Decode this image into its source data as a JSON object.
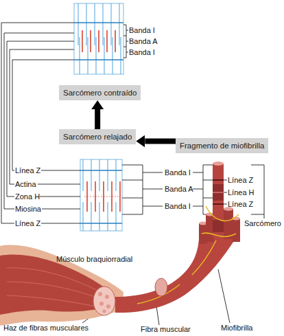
{
  "diagram": {
    "nodes": [
      {
        "text": [
          "Sarcómero contraído"
        ]
      },
      {
        "text": [
          "Sarcómero relajado"
        ]
      },
      {
        "text": [
          "Fragmento de miofibrilla"
        ]
      }
    ],
    "edges": [
      {
        "from": 1,
        "to": 0,
        "arrow": "to"
      },
      {
        "from": 2,
        "to": 1,
        "arrow": "to"
      }
    ],
    "labels": [
      "Banda I",
      "Banda A",
      "Banda I",
      "Línea Z",
      "Actina",
      "Zona H",
      "Miosina",
      "Línea Z",
      "Banda I",
      "Banda A",
      "Banda I",
      "Línea Z",
      "Línea H",
      "Línea Z",
      "Sarcómero",
      "Músculo braquiorradial",
      "Haz de fibras musculares",
      "Fibra muscular",
      "Miofibrilla"
    ]
  }
}
